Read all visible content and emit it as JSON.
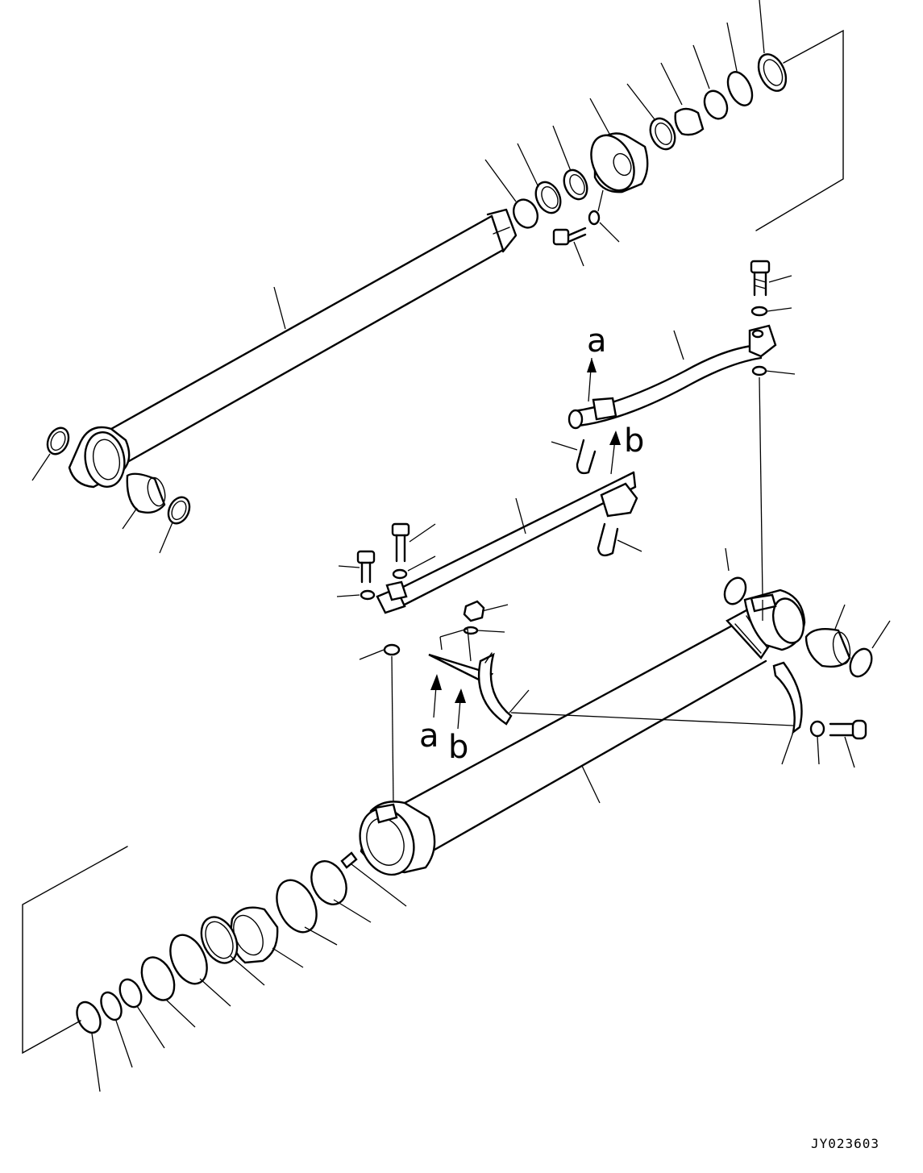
{
  "diagram": {
    "callouts": {
      "a_upper": "a",
      "b_upper": "b",
      "a_lower": "a",
      "b_lower": "b"
    },
    "drawing_code": "JY023603"
  }
}
